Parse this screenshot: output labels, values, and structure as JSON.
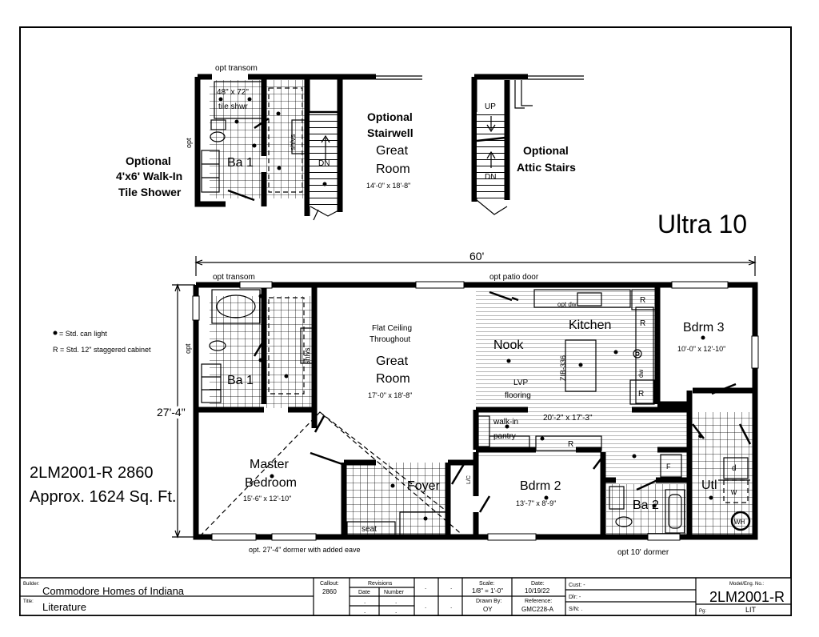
{
  "plan": {
    "model_name": "Ultra 10",
    "model_code": "2LM2001-R 2860",
    "area": "Approx. 1624 Sq. Ft.",
    "width_dim": "60'",
    "depth_dim": "27'-4\""
  },
  "legend": {
    "can_light": "= Std. can light",
    "cabinet": "R = Std. 12\" staggered cabinet"
  },
  "options": {
    "shower_title_1": "Optional",
    "shower_title_2": "4'x6' Walk-In",
    "shower_title_3": "Tile Shower",
    "stair_title_1": "Optional",
    "stair_title_2": "Stairwell",
    "stair_room_1": "Great",
    "stair_room_2": "Room",
    "stair_room_dim": "14'-0\" x 18'-8\"",
    "attic_title_1": "Optional",
    "attic_title_2": "Attic Stairs",
    "opt_transom_top": "opt transom",
    "shower_size_1": "48\" x 72\"",
    "shower_size_2": "tile shwr",
    "opt_side": "opt",
    "shlvs": "shlvs",
    "ba1": "Ba 1",
    "dn": "DN",
    "up": "UP"
  },
  "rooms": {
    "great_note_1": "Flat Ceiling",
    "great_note_2": "Throughout",
    "great_1": "Great",
    "great_2": "Room",
    "great_dim": "17'-0\" x 18'-8\"",
    "nook": "Nook",
    "kitchen": "Kitchen",
    "lvp_1": "LVP",
    "lvp_2": "flooring",
    "island": "ZIB-336",
    "kitchen_dim": "20'-2\" x 17'-3\"",
    "opt_dw": "opt dw",
    "dw": "dw",
    "cab_r": "R",
    "bdrm3": "Bdrm 3",
    "bdrm3_dim": "10'-0\" x 12'-10\"",
    "master_1": "Master",
    "master_2": "Bedroom",
    "master_dim": "15'-6\" x 12'-10\"",
    "foyer": "Foyer",
    "seat": "seat",
    "walkin_1": "walk-in",
    "walkin_2": "pantry",
    "bdrm2": "Bdrm 2",
    "bdrm2_dim": "13'-7\" x 8'-9\"",
    "ba2": "Ba 2",
    "utl": "Utl",
    "ba1": "Ba 1",
    "shlvs": "shlvs",
    "opt": "opt",
    "lc": "L/C",
    "f": "F",
    "d": "d",
    "w": "w",
    "wh": "WH"
  },
  "notes": {
    "opt_transom": "opt transom",
    "opt_patio": "opt patio door",
    "dormer_front": "opt. 27'-4\" dormer with added eave",
    "dormer_side": "opt 10' dormer"
  },
  "title_block": {
    "builder_label": "Builder:",
    "builder": "Commodore Homes of Indiana",
    "title_label": "Title:",
    "title": "Literature",
    "callout_label": "Callout:",
    "callout": "2860",
    "revisions_label": "Revisions",
    "date_label": "Date",
    "number_label": "Number",
    "scale_label": "Scale:",
    "scale": "1/8\" = 1'-0\"",
    "date_head": "Date:",
    "date": "10/19/22",
    "drawn_label": "Drawn By:",
    "drawn": "OY",
    "reference_label": "Reference:",
    "reference": "GMC228-A",
    "cust": "Cust: -",
    "dlr": "Dlr: -",
    "sn": "S/N: .",
    "model_label": "Model/Eng. No.:",
    "model": "2LM2001-R",
    "pg_label": "Pg:",
    "pg": "LIT",
    "dot": "."
  }
}
